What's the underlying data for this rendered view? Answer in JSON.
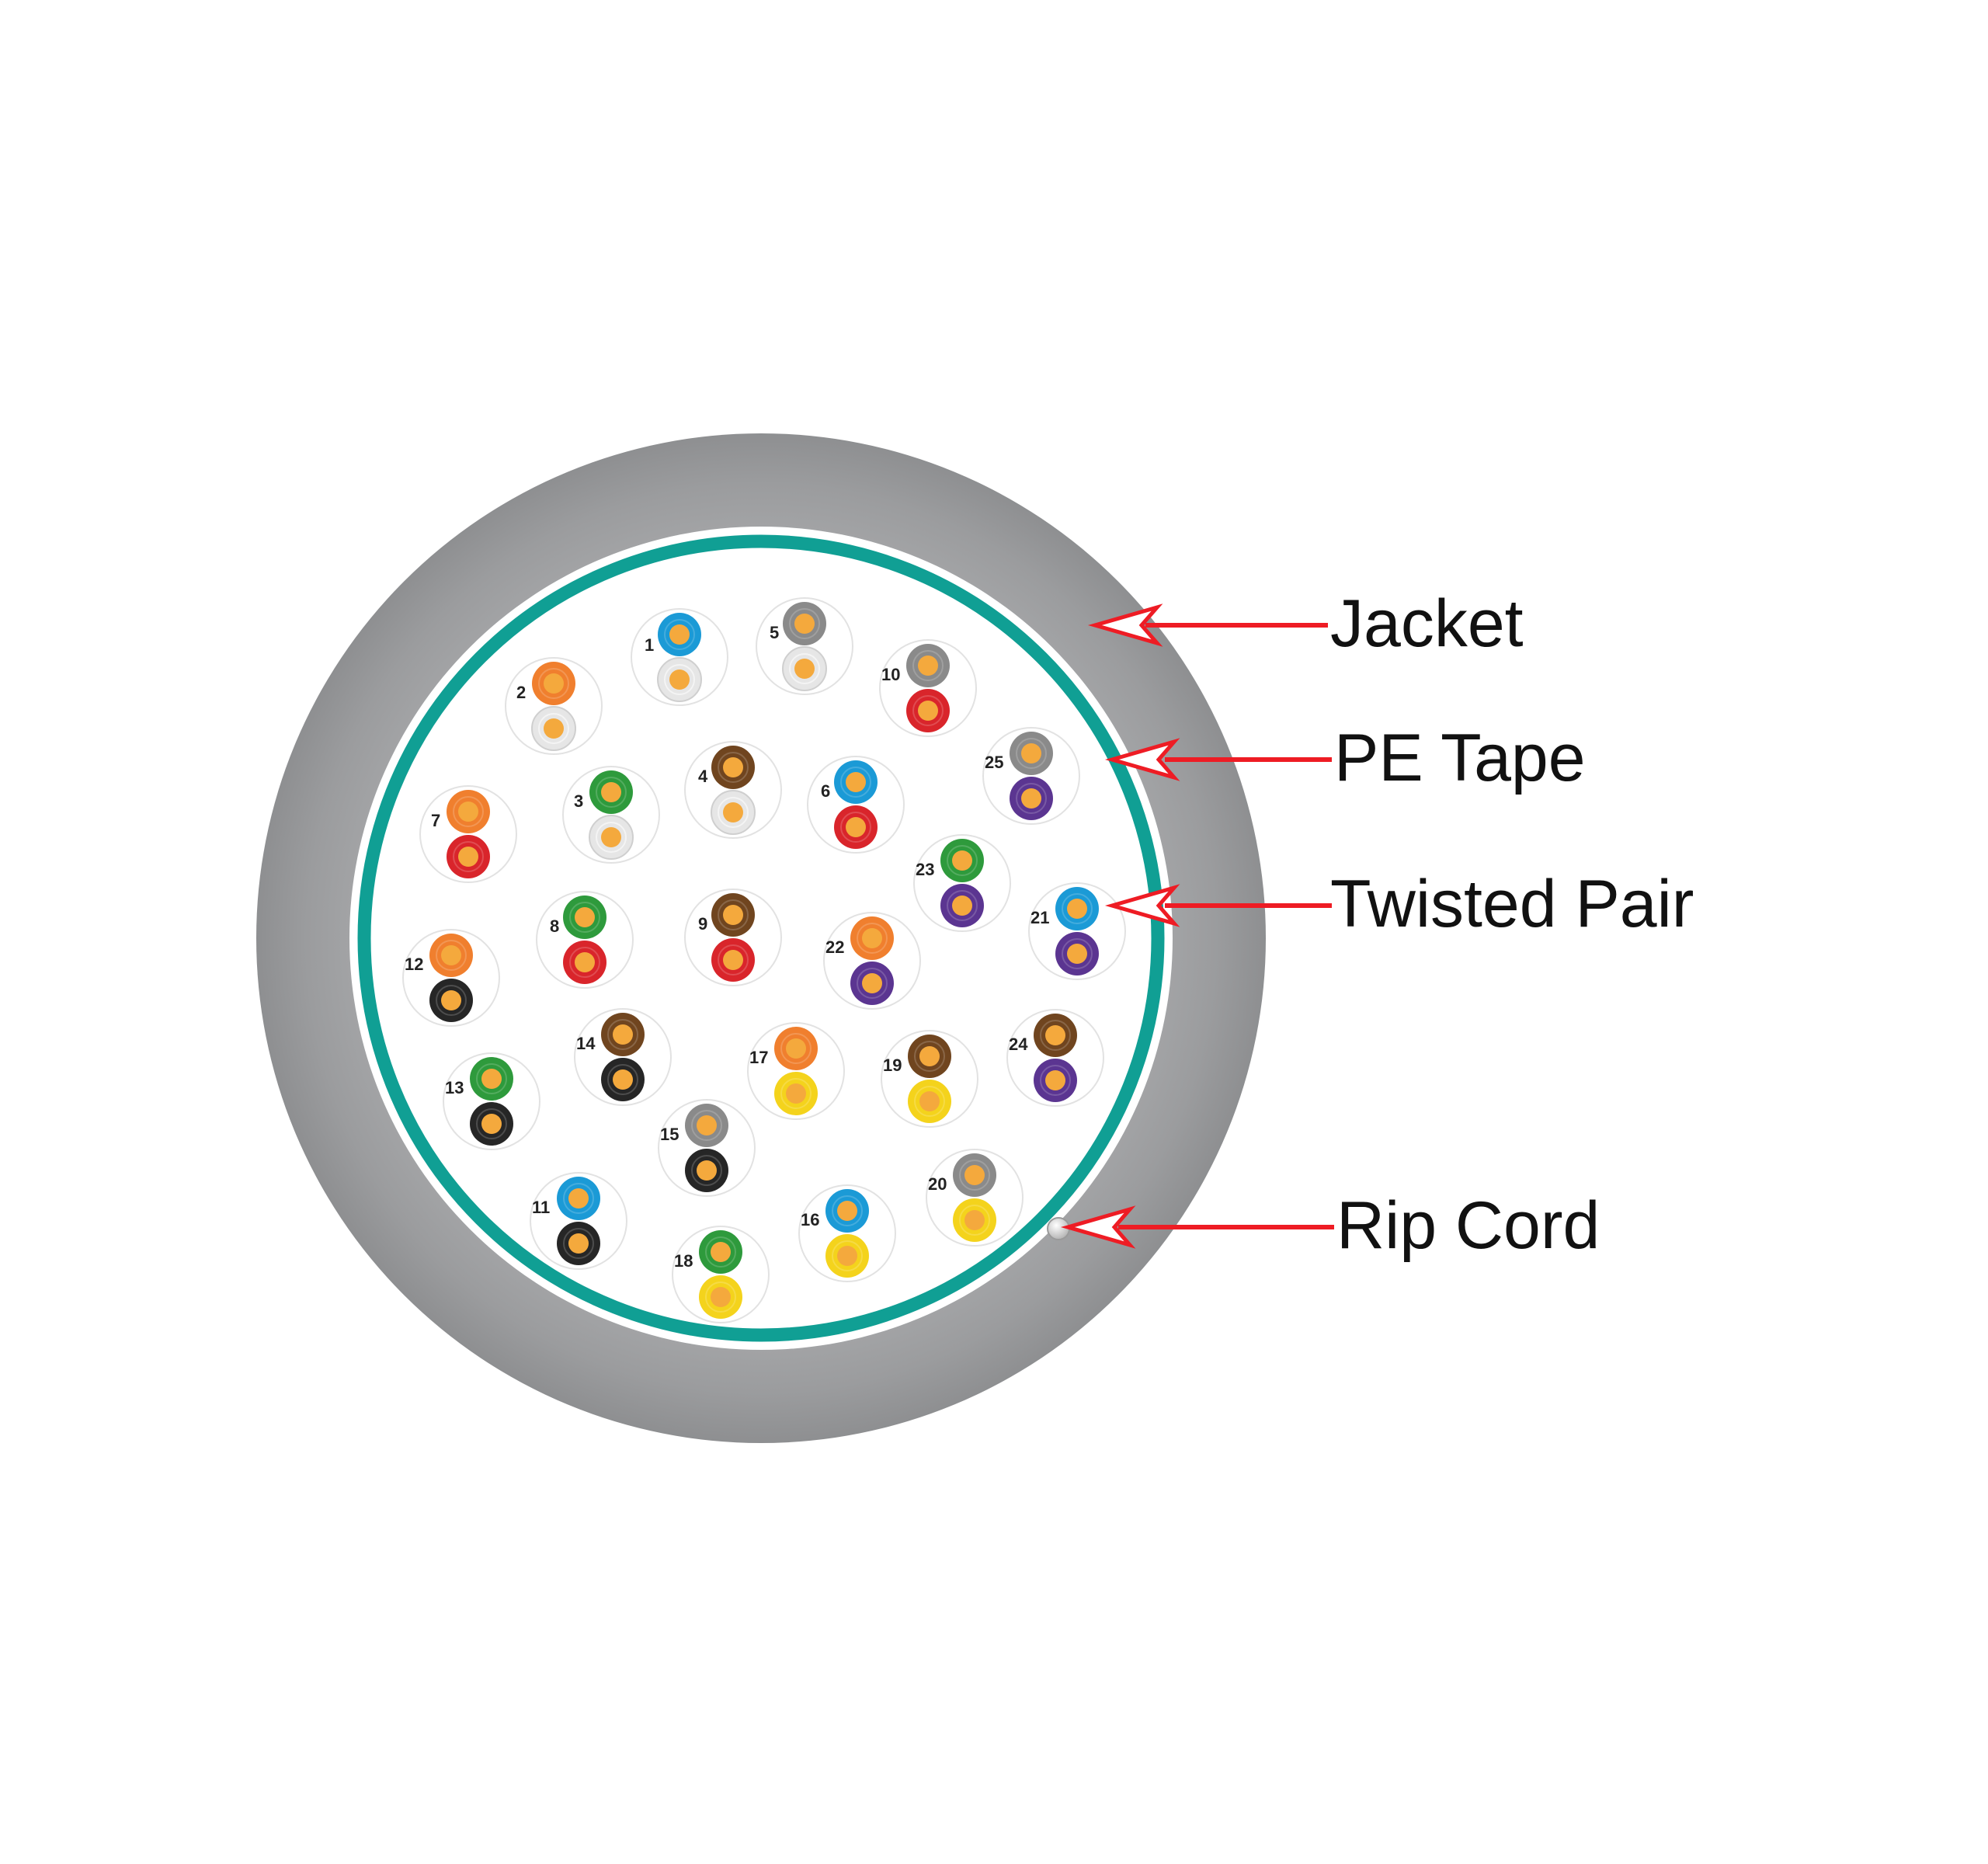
{
  "callouts": [
    {
      "id": "jacket",
      "label": "Jacket"
    },
    {
      "id": "pe-tape",
      "label": "PE Tape"
    },
    {
      "id": "twisted-pair",
      "label": "Twisted Pair"
    },
    {
      "id": "rip-cord",
      "label": "Rip Cord"
    }
  ],
  "colors": {
    "jacket": "#999a9c",
    "pe_tape": "#109f94",
    "core_fill": "#ffffff",
    "conductor": "#f4a93d",
    "arrow": "#ee1c24",
    "blue": "#1b9ad6",
    "orange": "#f07f2e",
    "green": "#2e9a3c",
    "brown": "#70451f",
    "slate": "#8a8a8a",
    "white": "#e6e6e6",
    "red": "#d9252b",
    "black": "#262626",
    "yellow": "#f4d31c",
    "violet": "#5b3591"
  },
  "pairs": [
    {
      "number": "1",
      "top": "blue",
      "bottom": "white"
    },
    {
      "number": "2",
      "top": "orange",
      "bottom": "white"
    },
    {
      "number": "3",
      "top": "green",
      "bottom": "white"
    },
    {
      "number": "4",
      "top": "brown",
      "bottom": "white"
    },
    {
      "number": "5",
      "top": "slate",
      "bottom": "white"
    },
    {
      "number": "6",
      "top": "blue",
      "bottom": "red"
    },
    {
      "number": "7",
      "top": "orange",
      "bottom": "red"
    },
    {
      "number": "8",
      "top": "green",
      "bottom": "red"
    },
    {
      "number": "9",
      "top": "brown",
      "bottom": "red"
    },
    {
      "number": "10",
      "top": "slate",
      "bottom": "red"
    },
    {
      "number": "11",
      "top": "blue",
      "bottom": "black"
    },
    {
      "number": "12",
      "top": "orange",
      "bottom": "black"
    },
    {
      "number": "13",
      "top": "green",
      "bottom": "black"
    },
    {
      "number": "14",
      "top": "brown",
      "bottom": "black"
    },
    {
      "number": "15",
      "top": "slate",
      "bottom": "black"
    },
    {
      "number": "16",
      "top": "blue",
      "bottom": "yellow"
    },
    {
      "number": "17",
      "top": "orange",
      "bottom": "yellow"
    },
    {
      "number": "18",
      "top": "green",
      "bottom": "yellow"
    },
    {
      "number": "19",
      "top": "brown",
      "bottom": "yellow"
    },
    {
      "number": "20",
      "top": "slate",
      "bottom": "yellow"
    },
    {
      "number": "21",
      "top": "blue",
      "bottom": "violet"
    },
    {
      "number": "22",
      "top": "orange",
      "bottom": "violet"
    },
    {
      "number": "23",
      "top": "green",
      "bottom": "violet"
    },
    {
      "number": "24",
      "top": "brown",
      "bottom": "violet"
    },
    {
      "number": "25",
      "top": "slate",
      "bottom": "violet"
    }
  ]
}
